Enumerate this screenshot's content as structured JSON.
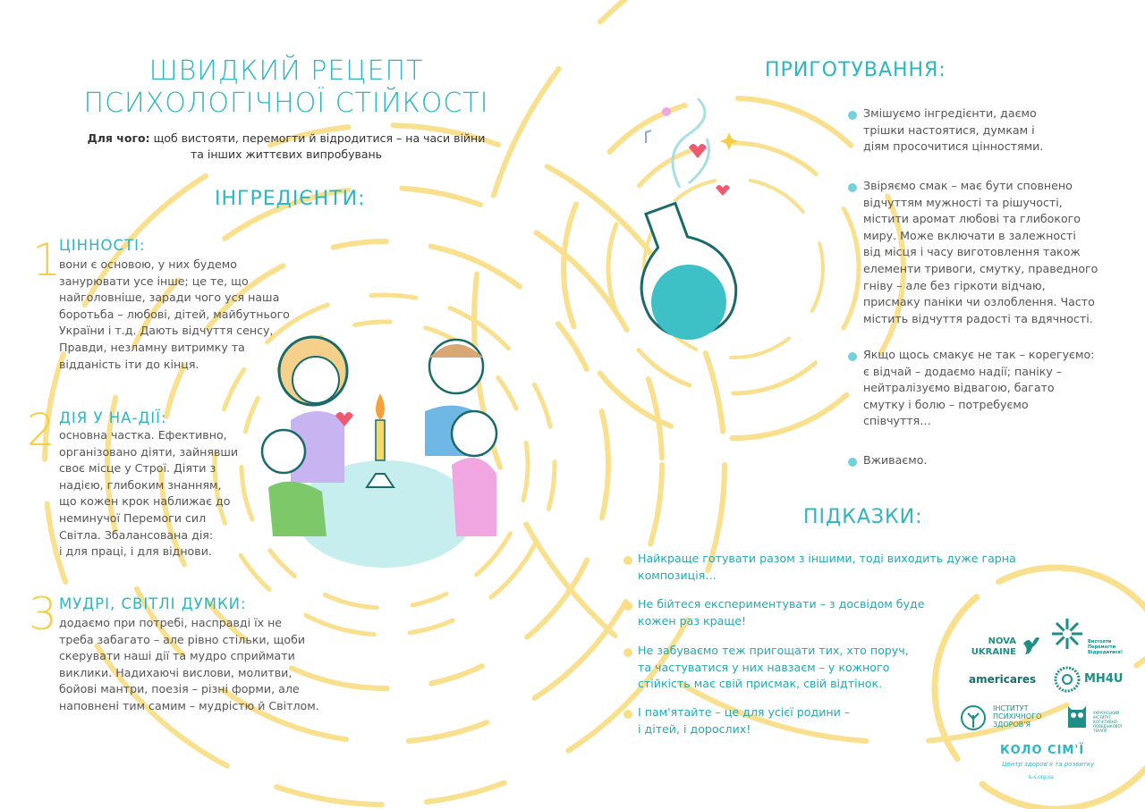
{
  "title": [
    "ШВИДКИЙ РЕЦЕПТ",
    "ПСИХОЛОГІЧНОЇ СТІЙКОСТІ"
  ],
  "subtitle": {
    "bold": "Для чого:",
    "text": " щоб вистояти, перемогти й відродитися – на часи війни",
    "line2": "та інших життєвих випробувань"
  },
  "ingredients": {
    "heading": "ІНГРЕДІЄНТИ:",
    "items": [
      {
        "num": "1",
        "title": "ЦІННОСТІ:",
        "text": "вони є основою, у них будемо\nзанурювати усе інше; це те, що\nнайголовніше, заради чого уся наша\nборотьба – любові, дітей, майбутнього\nУкраїни і т.д. Дають відчуття сенсу,\nПравди, незламну витримку та\nвідданість іти до кінця."
      },
      {
        "num": "2",
        "title": "ДІЯ У НА-ДІЇ:",
        "text": "основна частка. Ефективно,\nорганізовано діяти, зайнявши\nсвоє місце у Строї. Діяти з\nнадією, глибоким знанням,\nщо кожен крок наближає до\nнеминучої Перемоги сил\nСвітла. Збалансована дія:\nі для праці, і для віднови."
      },
      {
        "num": "3",
        "title": "МУДРІ, СВІТЛІ ДУМКИ:",
        "text": "додаємо при потребі, насправді їх не\nтреба забагато – але рівно стільки, щоби\nскерувати наші дії та мудро сприймати\nвиклики. Надихаючі вислови, молитви,\nбойові мантри, поезія – різні форми, але\nнаповнені тим самим – мудрістю й Світлом."
      }
    ]
  },
  "preparation": {
    "heading": "ПРИГОТУВАННЯ:",
    "steps": [
      "Змішуємо інгредієнти, даємо\nтрішки настоятися, думкам і\nдіям просочитися цінностями.",
      "Звіряємо смак – має бути сповнено\nвідчуттям мужності та рішучості,\nмістити аромат любові та глибокого\nмиру. Може включати в залежності\nвід місця і часу виготовлення також\nелементи тривоги, смутку, праведного\nгніву – але без гіркоти відчаю,\nприсмаку паніки чи озлоблення. Часто\nмістить відчуття радості та вдячності.",
      "Якщо щось  смакує не так – корегуємо:\nє відчай – додаємо надії; паніку –\nнейтралізуємо  відвагою, багато\nсмутку і болю – потребуємо\nспівчуття…",
      "Вживаємо."
    ]
  },
  "tips": {
    "heading": "ПІДКАЗКИ:",
    "items": [
      "Найкраще готувати разом з іншими, тоді виходить дуже гарна\nкомпозиція…",
      "Не бійтеся експериментувати – з досвідом буде\nкожен раз краще!",
      "Не забуваємо теж пригощати тих, хто поруч,\nта частуватися у них навзаєм – у кожного\nстійкість має свій присмак, свій відтінок.",
      "І пам'ятайте – це для усієї родини –\nі дітей, і дорослих!"
    ]
  },
  "logos": {
    "nova_ukraine": [
      "NOVA",
      "UKRAINE"
    ],
    "vystoiaty": [
      "Вистояти",
      "Перемогти",
      "Відродитися!"
    ],
    "americares": "americares",
    "mh4u": "MH4U",
    "institute": [
      "ІНСТИТУТ",
      "ПСИХІЧНОГО",
      "ЗДОРОВ'Я"
    ],
    "ukr_institute": [
      "УКРАЇНСЬКИЙ",
      "ІНСТИТУТ",
      "КОГНІТИВНО-",
      "ПОВЕДІНКОВОЇ",
      "ТЕРАПІЇ"
    ],
    "kolo_simi": "КОЛО СІМ'Ї",
    "kolo_tagline": "Центр здоров'я та розвитку",
    "site": "k-s.org.ua"
  },
  "colors": {
    "teal": "#2fb5c0",
    "yellow": "#f6cf4a",
    "text": "#555555"
  }
}
